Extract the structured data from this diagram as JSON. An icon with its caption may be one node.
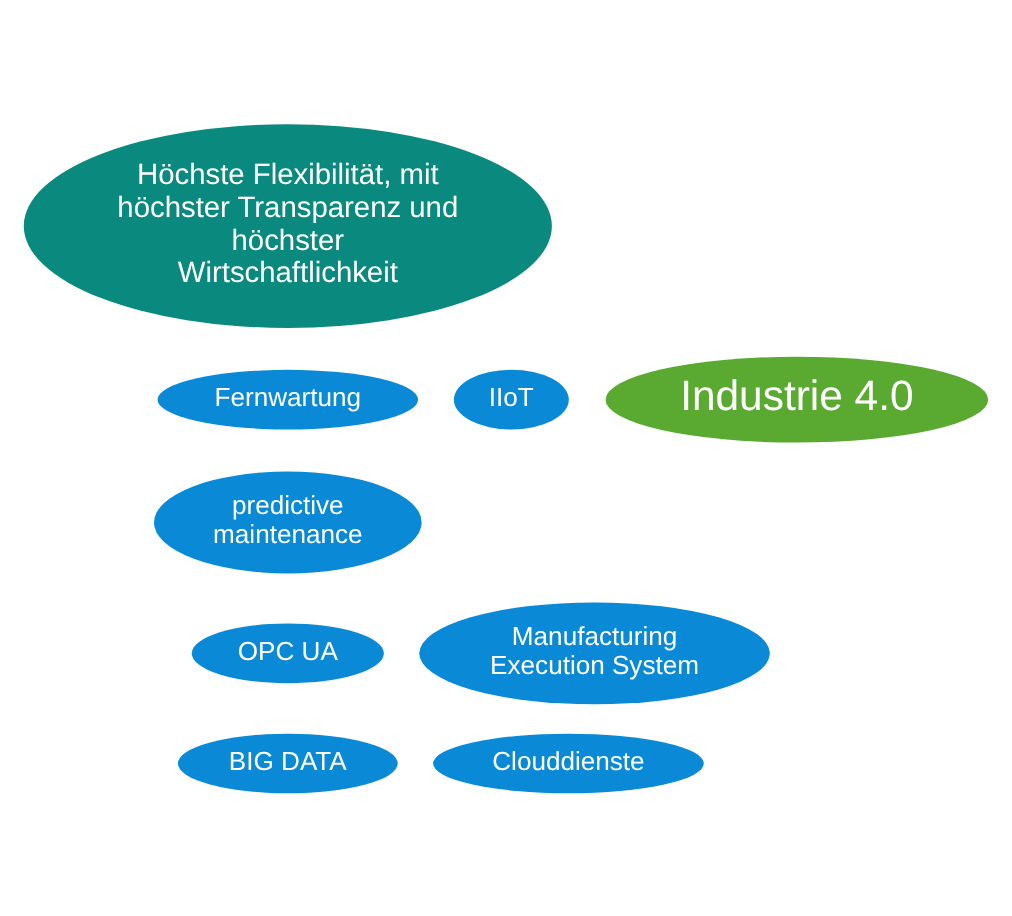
{
  "diagram": {
    "nodes": [
      {
        "text": [
          "Höchste Flexibilität, mit höchster Transparenz und höchster Wirtschaftlichkeit"
        ]
      },
      {
        "text": [
          "Fernwartung"
        ]
      },
      {
        "text": [
          "IIoT"
        ]
      },
      {
        "text": [
          "Industrie 4.0"
        ]
      },
      {
        "text": [
          "predictive maintenance"
        ]
      },
      {
        "text": [
          "OPC UA"
        ]
      },
      {
        "text": [
          "Manufacturing Execution System"
        ]
      },
      {
        "text": [
          "BIG DATA"
        ]
      },
      {
        "text": [
          "Clouddienste"
        ]
      }
    ]
  }
}
